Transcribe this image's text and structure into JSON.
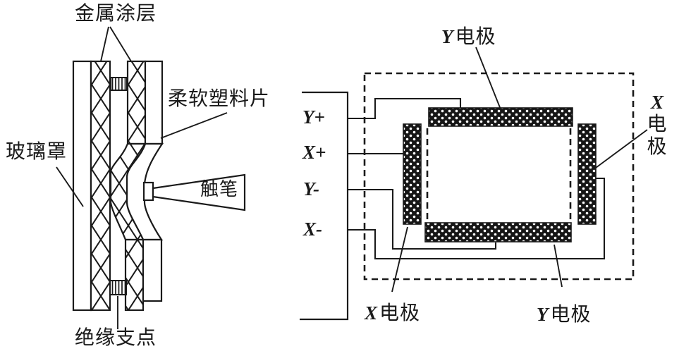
{
  "diagram": {
    "colors": {
      "ink": "#1a1a1a",
      "background": "#ffffff"
    },
    "left": {
      "metal_coating": "金属涂层",
      "glass_cover": "玻璃罩",
      "flexible_plastic": "柔软塑料片",
      "stylus": "触笔",
      "insulating_support": "绝缘支点"
    },
    "right": {
      "terminals": [
        {
          "label": "Y+"
        },
        {
          "label": "X+"
        },
        {
          "label": "Y-"
        },
        {
          "label": "X-"
        }
      ],
      "y_electrode_top": {
        "letter": "Y",
        "text": "电极"
      },
      "x_electrode_right": {
        "letter": "X",
        "text": "电极"
      },
      "x_electrode_bottom": {
        "letter": "X",
        "text": "电极"
      },
      "y_electrode_bottom": {
        "letter": "Y",
        "text": "电极"
      }
    }
  }
}
